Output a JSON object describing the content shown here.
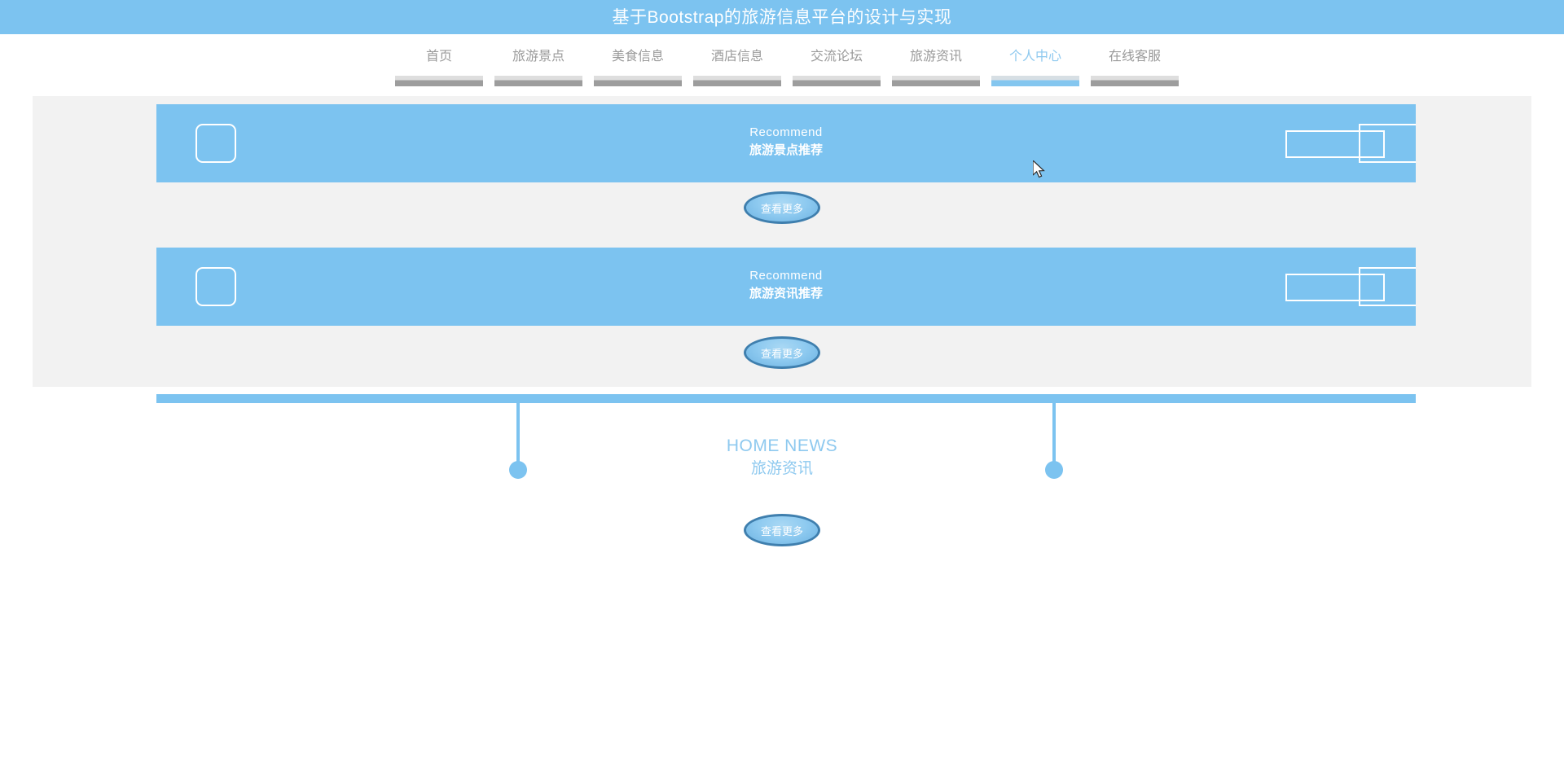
{
  "header": {
    "title": "基于Bootstrap的旅游信息平台的设计与实现",
    "background_color": "#7cc3f0",
    "text_color": "#ffffff"
  },
  "nav": {
    "active_index": 6,
    "items": [
      {
        "label": "首页",
        "active": false
      },
      {
        "label": "旅游景点",
        "active": false
      },
      {
        "label": "美食信息",
        "active": false
      },
      {
        "label": "酒店信息",
        "active": false
      },
      {
        "label": "交流论坛",
        "active": false
      },
      {
        "label": "旅游资讯",
        "active": false
      },
      {
        "label": "个人中心",
        "active": true
      },
      {
        "label": "在线客服",
        "active": false
      }
    ],
    "inactive_color": "#9a9a9a",
    "active_color": "#8ec9ef"
  },
  "recommend": {
    "panel_background": "#f2f2f2",
    "banners": [
      {
        "en": "Recommend",
        "cn": "旅游景点推荐",
        "background_color": "#7cc3f0",
        "more_label": "查看更多"
      },
      {
        "en": "Recommend",
        "cn": "旅游资讯推荐",
        "background_color": "#7cc3f0",
        "more_label": "查看更多"
      }
    ]
  },
  "news": {
    "en": "HOME NEWS",
    "cn": "旅游资讯",
    "accent_color": "#7cc3f0",
    "heading_color": "#8ec9ef",
    "more_label": "查看更多"
  },
  "icons": {
    "banner_badge": "rounded-square-placeholder-icon",
    "banner_shape_a": "rectangle-outline-icon",
    "banner_shape_b": "rectangle-outline-icon",
    "cursor": "mouse-pointer-icon"
  }
}
